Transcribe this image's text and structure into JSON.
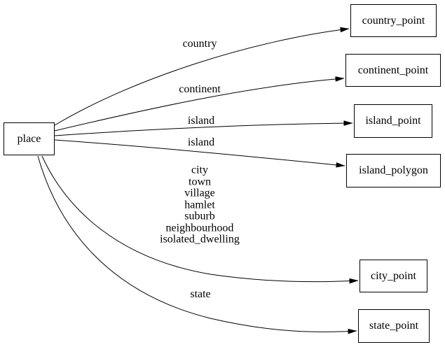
{
  "diagram": {
    "type": "directed-graph",
    "colors": {
      "background": "#ffffff",
      "node_border": "#000000",
      "edge": "#000000",
      "text": "#000000"
    },
    "nodes": {
      "place": {
        "label": "place"
      },
      "country_point": {
        "label": "country_point"
      },
      "continent_point": {
        "label": "continent_point"
      },
      "island_point": {
        "label": "island_point"
      },
      "island_polygon": {
        "label": "island_polygon"
      },
      "city_point": {
        "label": "city_point"
      },
      "state_point": {
        "label": "state_point"
      }
    },
    "edges": [
      {
        "from": "place",
        "to": "country_point",
        "label": "country"
      },
      {
        "from": "place",
        "to": "continent_point",
        "label": "continent"
      },
      {
        "from": "place",
        "to": "island_point",
        "label": "island"
      },
      {
        "from": "place",
        "to": "island_polygon",
        "label": "island"
      },
      {
        "from": "place",
        "to": "city_point",
        "label_lines": [
          "city",
          "town",
          "village",
          "hamlet",
          "suburb",
          "neighbourhood",
          "isolated_dwelling"
        ]
      },
      {
        "from": "place",
        "to": "state_point",
        "label": "state"
      }
    ]
  }
}
